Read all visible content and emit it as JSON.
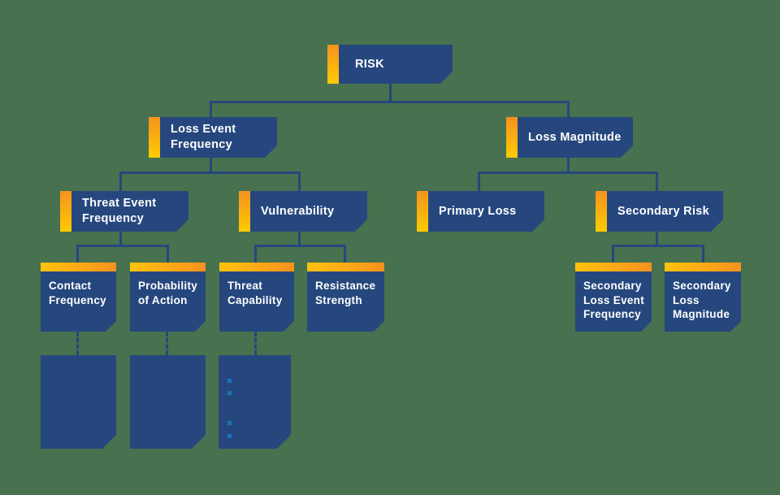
{
  "background_color": "#47714F",
  "colors": {
    "node_fill": "#26477E",
    "connector": "#26477E",
    "accent_orange": "#F6921E",
    "accent_yellow": "#FFCB05",
    "bullet_blue": "#1C75BC",
    "text": "#FFFFFF"
  },
  "diagram": {
    "type": "tree",
    "nodes": {
      "risk": {
        "label": "RISK"
      },
      "loss_event_frequency": {
        "label": "Loss Event\nFrequency"
      },
      "loss_magnitude": {
        "label": "Loss Magnitude"
      },
      "threat_event_frequency": {
        "label": "Threat Event\nFrequency"
      },
      "vulnerability": {
        "label": "Vulnerability"
      },
      "primary_loss": {
        "label": "Primary Loss"
      },
      "secondary_risk": {
        "label": "Secondary Risk"
      },
      "contact_frequency": {
        "label": "Contact\nFrequency"
      },
      "probability_of_action": {
        "label": "Probability\nof Action"
      },
      "threat_capability": {
        "label": "Threat\nCapability"
      },
      "resistance_strength": {
        "label": "Resistance\nStrength"
      },
      "secondary_loss_event_frequency": {
        "label": "Secondary\nLoss Event\nFrequency"
      },
      "secondary_loss_magnitude": {
        "label": "Secondary\nLoss\nMagnitude"
      },
      "detail_box_contact_frequency": {
        "label": ""
      },
      "detail_box_probability_of_action": {
        "label": ""
      },
      "detail_box_threat_capability": {
        "label": "",
        "bullet_count": 4
      }
    },
    "edges": [
      [
        "risk",
        "loss_event_frequency"
      ],
      [
        "risk",
        "loss_magnitude"
      ],
      [
        "loss_event_frequency",
        "threat_event_frequency"
      ],
      [
        "loss_event_frequency",
        "vulnerability"
      ],
      [
        "loss_magnitude",
        "primary_loss"
      ],
      [
        "loss_magnitude",
        "secondary_risk"
      ],
      [
        "threat_event_frequency",
        "contact_frequency"
      ],
      [
        "threat_event_frequency",
        "probability_of_action"
      ],
      [
        "vulnerability",
        "threat_capability"
      ],
      [
        "vulnerability",
        "resistance_strength"
      ],
      [
        "secondary_risk",
        "secondary_loss_event_frequency"
      ],
      [
        "secondary_risk",
        "secondary_loss_magnitude"
      ],
      [
        "contact_frequency",
        "detail_box_contact_frequency"
      ],
      [
        "probability_of_action",
        "detail_box_probability_of_action"
      ],
      [
        "threat_capability",
        "detail_box_threat_capability"
      ]
    ]
  }
}
